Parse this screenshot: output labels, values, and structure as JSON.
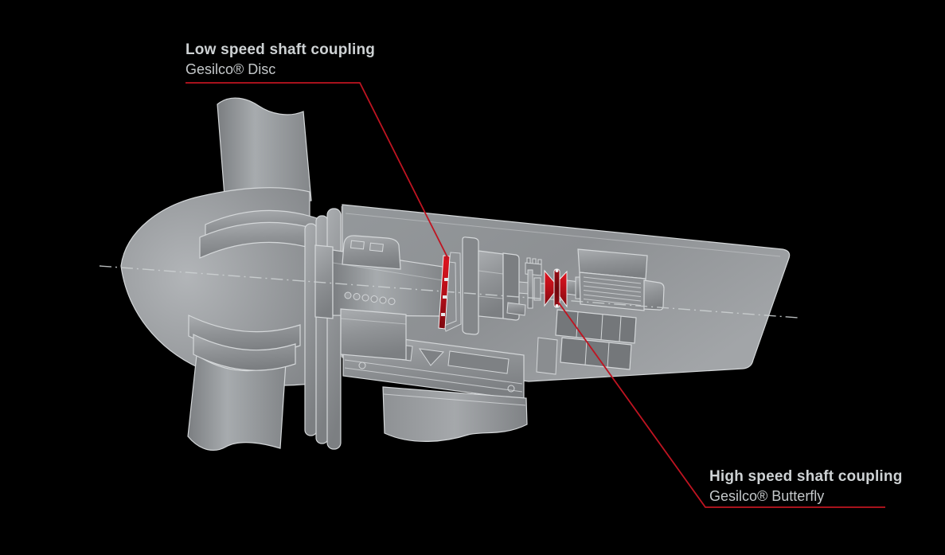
{
  "labels": {
    "low_speed": {
      "title": "Low speed shaft coupling",
      "subtitle": "Gesilco® Disc"
    },
    "high_speed": {
      "title": "High speed shaft coupling",
      "subtitle": "Gesilco® Butterfly"
    }
  },
  "diagram": {
    "subject": "Wind turbine nacelle cutaway illustration",
    "highlighted_parts": [
      {
        "part": "Low speed shaft coupling",
        "product": "Gesilco® Disc",
        "highlight_color": "#d00f1a"
      },
      {
        "part": "High speed shaft coupling",
        "product": "Gesilco® Butterfly",
        "highlight_color": "#d00f1a"
      }
    ],
    "machine_parts": [
      "rotor blade (upper)",
      "rotor blade (lower)",
      "spinner hub",
      "hub flange rings",
      "nacelle housing",
      "main shaft",
      "main bearing",
      "bearing pedestal",
      "gearbox",
      "brake assembly",
      "disc coupling",
      "butterfly coupling",
      "generator",
      "generator mount",
      "bedplate frame",
      "yaw tower",
      "rotor centerline"
    ]
  },
  "colors": {
    "background": "#000000",
    "accent_red": "#bf1421",
    "highlight_red": "#d00f1a",
    "body_gray": "#95989b",
    "outline_gray": "#d4d7d9",
    "centerline_gray": "#ccd0d2",
    "text_gray": "#ccd0d2"
  }
}
